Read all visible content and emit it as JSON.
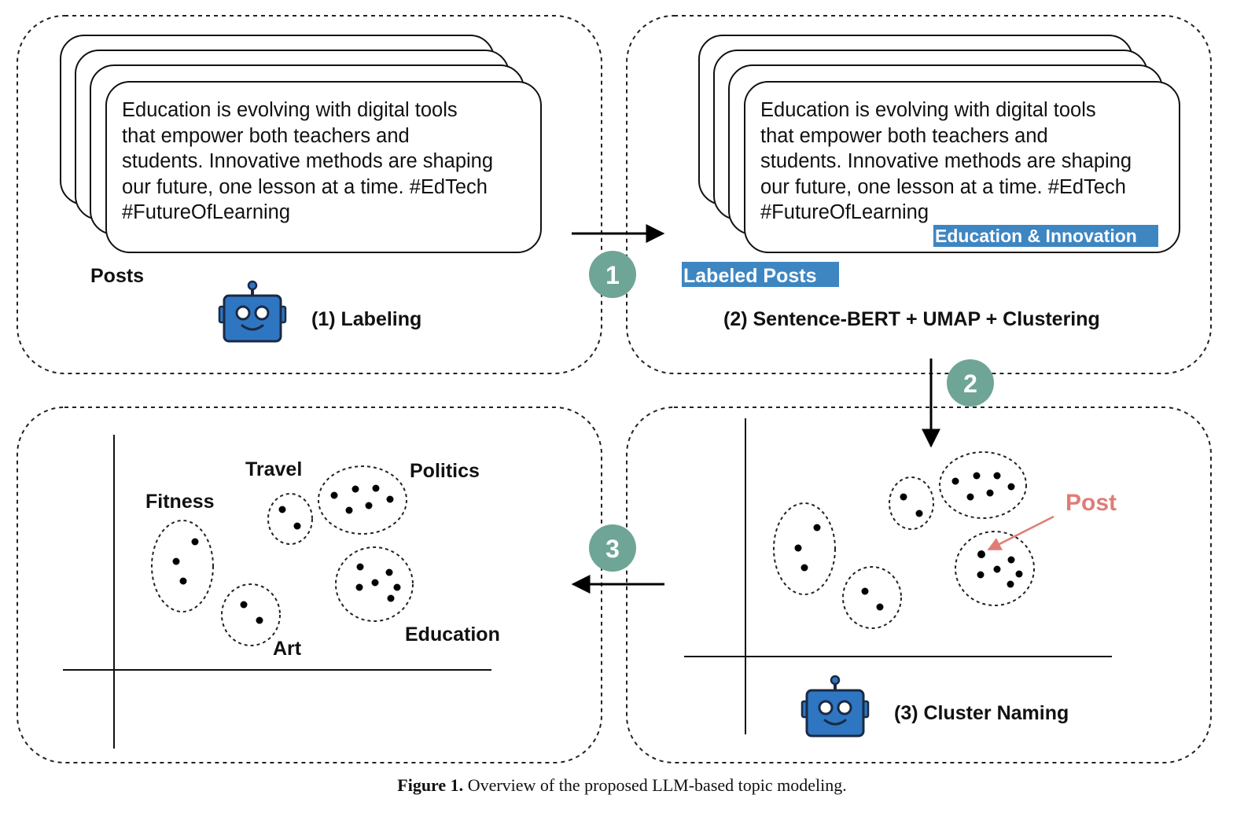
{
  "post_text": "Education is evolving with digital tools\nthat empower both teachers and\nstudents. Innovative methods are shaping\nour future, one lesson at a time. #EdTech\n#FutureOfLearning",
  "panel1": {
    "posts_label": "Posts",
    "step_label": "(1) Labeling"
  },
  "panel2": {
    "post_label": "Education & Innovation",
    "labeled_posts": "Labeled Posts",
    "step_label": "(2) Sentence-BERT + UMAP + Clustering"
  },
  "panel3": {
    "post_pointer": "Post",
    "step_label": "(3) Cluster Naming"
  },
  "panel4": {
    "clusters": [
      "Fitness",
      "Travel",
      "Politics",
      "Art",
      "Education"
    ]
  },
  "steps": [
    "1",
    "2",
    "3"
  ],
  "caption": {
    "prefix": "Figure 1.",
    "text": " Overview of the proposed LLM-based topic modeling."
  },
  "colors": {
    "highlight": "#3e86c2",
    "step_badge": "#6fa596",
    "robot": "#2e76c2",
    "post_arrow": "#e07c76"
  },
  "icons": [
    "robot-icon"
  ]
}
